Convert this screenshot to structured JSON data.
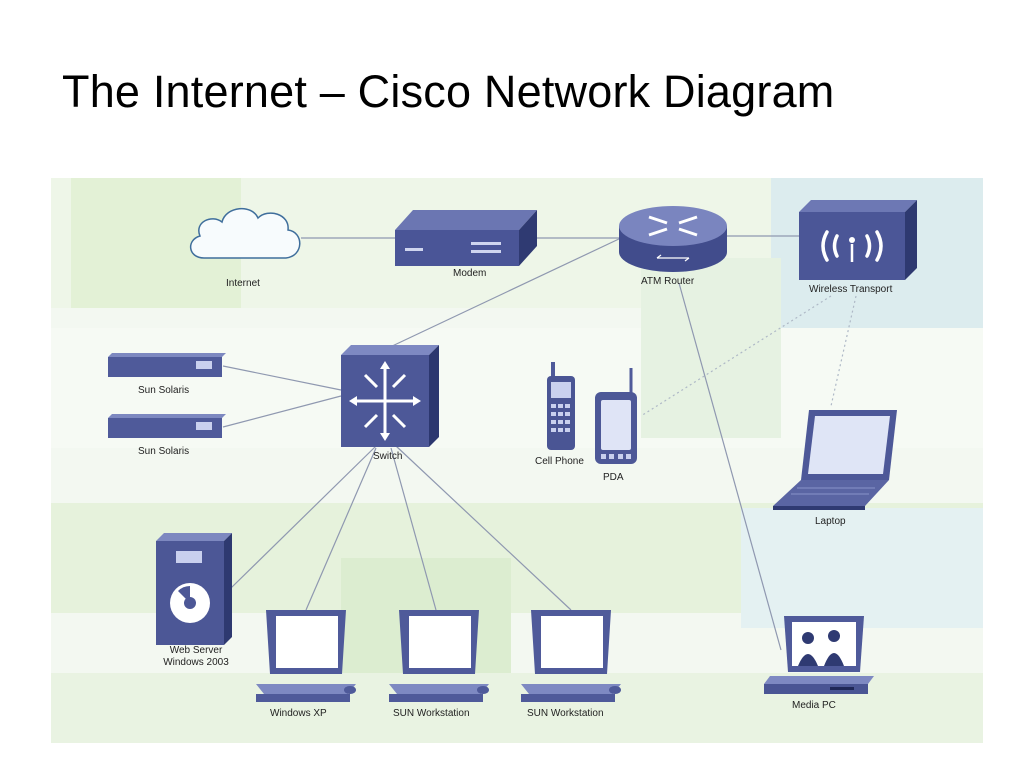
{
  "slide": {
    "title": "The Internet – Cisco Network Diagram"
  },
  "colors": {
    "device": "#4f5a9a",
    "device_dark": "#353f7a",
    "device_light": "#7d87bd",
    "link": "#8f98b0"
  },
  "nodes": {
    "internet": {
      "label": "Internet",
      "icon": "cloud-icon"
    },
    "modem": {
      "label": "Modem",
      "icon": "modem-icon"
    },
    "atm_router": {
      "label": "ATM Router",
      "icon": "router-icon"
    },
    "wireless_transport": {
      "label": "Wireless Transport",
      "icon": "wireless-transport-icon"
    },
    "sun_solaris_1": {
      "label": "Sun Solaris",
      "icon": "rack-server-icon"
    },
    "sun_solaris_2": {
      "label": "Sun Solaris",
      "icon": "rack-server-icon"
    },
    "switch": {
      "label": "Switch",
      "icon": "switch-icon"
    },
    "cell_phone": {
      "label": "Cell Phone",
      "icon": "cell-phone-icon"
    },
    "pda": {
      "label": "PDA",
      "icon": "pda-icon"
    },
    "laptop": {
      "label": "Laptop",
      "icon": "laptop-icon"
    },
    "web_server": {
      "label_line1": "Web Server",
      "label_line2": "Windows 2003",
      "icon": "web-server-icon"
    },
    "windows_xp": {
      "label": "Windows XP",
      "icon": "workstation-icon"
    },
    "sun_workstation_1": {
      "label": "SUN Workstation",
      "icon": "workstation-icon"
    },
    "sun_workstation_2": {
      "label": "SUN Workstation",
      "icon": "workstation-icon"
    },
    "media_pc": {
      "label": "Media PC",
      "icon": "media-pc-icon"
    }
  },
  "links": [
    {
      "from": "Internet",
      "to": "Modem",
      "style": "solid"
    },
    {
      "from": "Modem",
      "to": "ATM Router",
      "style": "solid"
    },
    {
      "from": "ATM Router",
      "to": "Wireless Transport",
      "style": "solid"
    },
    {
      "from": "ATM Router",
      "to": "Switch",
      "style": "solid"
    },
    {
      "from": "ATM Router",
      "to": "Media PC",
      "style": "solid"
    },
    {
      "from": "Sun Solaris",
      "to": "Switch",
      "style": "solid"
    },
    {
      "from": "Sun Solaris",
      "to": "Switch",
      "style": "solid"
    },
    {
      "from": "Switch",
      "to": "Web Server",
      "style": "solid"
    },
    {
      "from": "Switch",
      "to": "Windows XP",
      "style": "solid"
    },
    {
      "from": "Switch",
      "to": "SUN Workstation",
      "style": "solid"
    },
    {
      "from": "Switch",
      "to": "SUN Workstation",
      "style": "solid"
    },
    {
      "from": "Wireless Transport",
      "to": "PDA",
      "style": "dotted"
    },
    {
      "from": "Wireless Transport",
      "to": "Laptop",
      "style": "dotted"
    }
  ]
}
